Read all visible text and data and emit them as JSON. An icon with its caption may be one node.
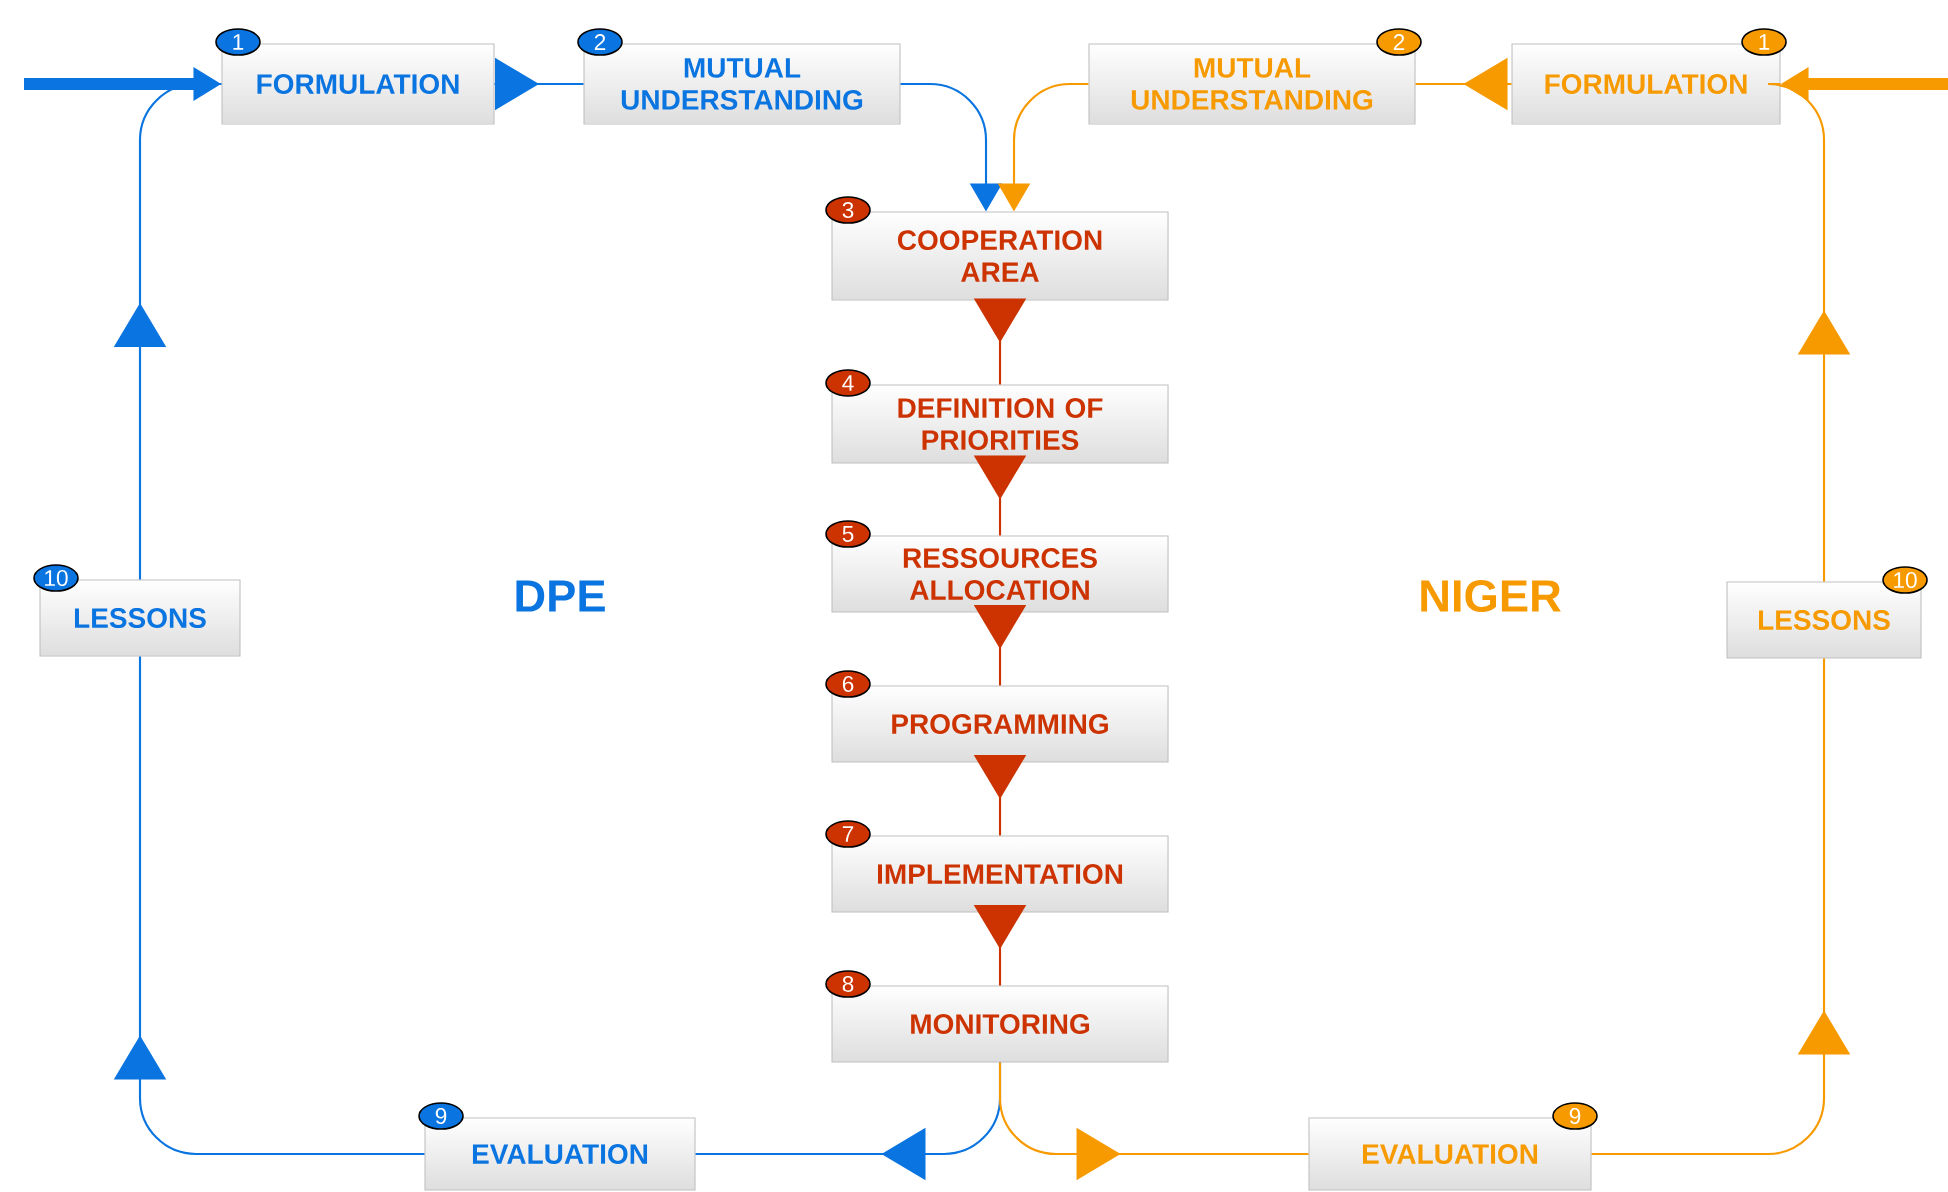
{
  "diagram": {
    "nodes": [
      {
        "text": [
          "FORMULATION"
        ],
        "beside": [
          "1"
        ]
      },
      {
        "text": [
          "MUTUAL UNDERSTANDING"
        ],
        "beside": [
          "2"
        ]
      },
      {
        "text": [
          "MUTUAL UNDERSTANDING"
        ],
        "beside": [
          "2"
        ]
      },
      {
        "text": [
          "FORMULATION"
        ],
        "beside": [
          "1"
        ]
      },
      {
        "text": [
          "COOPERATION AREA"
        ],
        "beside": [
          "3"
        ]
      },
      {
        "text": [
          "DEFINITION OF PRIORITIES"
        ],
        "beside": [
          "4"
        ]
      },
      {
        "text": [
          "RESSOURCES ALLOCATION"
        ],
        "beside": [
          "5"
        ]
      },
      {
        "text": [
          "PROGRAMMING"
        ],
        "beside": [
          "6"
        ]
      },
      {
        "text": [
          "IMPLEMENTATION"
        ],
        "beside": [
          "7"
        ]
      },
      {
        "text": [
          "MONITORING"
        ],
        "beside": [
          "8"
        ]
      },
      {
        "text": [
          "LESSONS"
        ],
        "beside": [
          "10"
        ]
      },
      {
        "text": [
          "LESSONS"
        ],
        "beside": [
          "10"
        ]
      },
      {
        "text": [
          "EVALUATION"
        ],
        "beside": [
          "9"
        ]
      },
      {
        "text": [
          "EVALUATION"
        ],
        "beside": [
          "9"
        ]
      }
    ],
    "edges": [
      {
        "from": null,
        "to": 0,
        "arrow": "to",
        "style": "thick",
        "color": "#0a74e0"
      },
      {
        "from": 0,
        "to": 1,
        "arrow": "to",
        "color": "#0a74e0"
      },
      {
        "from": 1,
        "to": 4,
        "arrow": "to",
        "color": "#0a74e0"
      },
      {
        "from": null,
        "to": 3,
        "arrow": "to",
        "style": "thick",
        "color": "#f79a00"
      },
      {
        "from": 3,
        "to": 2,
        "arrow": "to",
        "color": "#f79a00"
      },
      {
        "from": 2,
        "to": 4,
        "arrow": "to",
        "color": "#f79a00"
      },
      {
        "from": 4,
        "to": 5,
        "arrow": "to",
        "color": "#cc3300"
      },
      {
        "from": 5,
        "to": 6,
        "arrow": "to",
        "color": "#cc3300"
      },
      {
        "from": 6,
        "to": 7,
        "arrow": "to",
        "color": "#cc3300"
      },
      {
        "from": 7,
        "to": 8,
        "arrow": "to",
        "color": "#cc3300"
      },
      {
        "from": 8,
        "to": 9,
        "arrow": "to",
        "color": "#cc3300"
      },
      {
        "from": 9,
        "to": 12,
        "arrow": "to",
        "color": "#0a74e0"
      },
      {
        "from": 12,
        "to": 10,
        "arrow": "to",
        "color": "#0a74e0"
      },
      {
        "from": 10,
        "to": 0,
        "arrow": "to",
        "color": "#0a74e0"
      },
      {
        "from": 9,
        "to": 13,
        "arrow": "to",
        "color": "#f79a00"
      },
      {
        "from": 13,
        "to": 11,
        "arrow": "to",
        "color": "#f79a00"
      },
      {
        "from": 11,
        "to": 3,
        "arrow": "to",
        "color": "#f79a00"
      }
    ],
    "labels": [
      "DPE",
      "NIGER"
    ]
  }
}
